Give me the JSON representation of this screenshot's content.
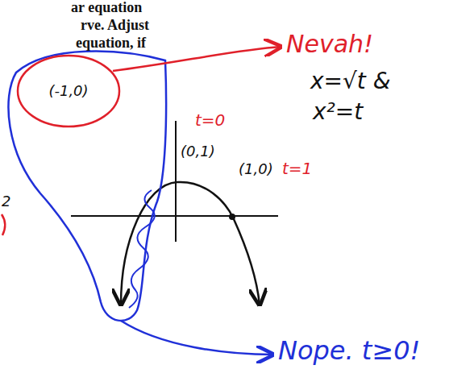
{
  "diagram": {
    "nodes": [
      {
        "text": [
          "(-1,0)"
        ]
      }
    ],
    "labels": [
      "ar equation",
      "rve. Adjust",
      "equation, if",
      "Nevah!",
      "x=√t &",
      "x²=t",
      "t=0",
      "(0,1)",
      "(1,0)",
      "t=1",
      "Nope. t≥0!",
      "2"
    ]
  }
}
